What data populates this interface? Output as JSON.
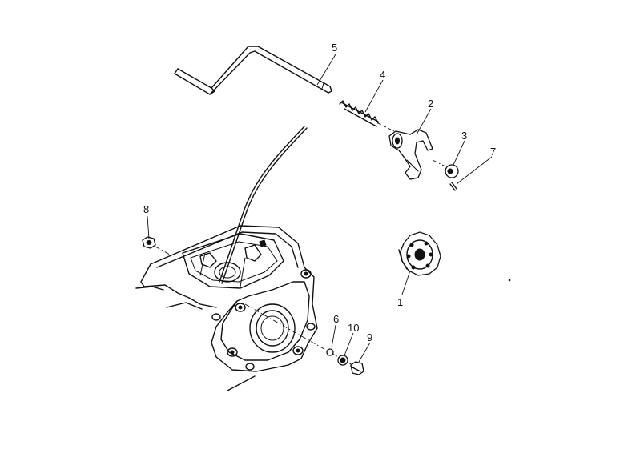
{
  "diagram": {
    "callouts": [
      {
        "id": "1",
        "text": "1"
      },
      {
        "id": "2",
        "text": "2"
      },
      {
        "id": "3",
        "text": "3"
      },
      {
        "id": "4",
        "text": "4"
      },
      {
        "id": "5",
        "text": "5"
      },
      {
        "id": "6",
        "text": "6"
      },
      {
        "id": "7",
        "text": "7"
      },
      {
        "id": "8",
        "text": "8"
      },
      {
        "id": "9",
        "text": "9"
      },
      {
        "id": "10",
        "text": "10"
      }
    ],
    "parts": {
      "shift_lever": "shift-lever-rod",
      "spring": "spring",
      "fork": "shift-fork",
      "washer": "washer",
      "pin": "cotter-pin",
      "nut": "nut",
      "clutch_gear": "clutch-gear",
      "gearcase": "gearcase-housing",
      "bolt": "bolt",
      "seal_washer": "seal-washer",
      "small_washer": "small-washer"
    },
    "ink_color": "#111111",
    "background_color": "#ffffff"
  }
}
